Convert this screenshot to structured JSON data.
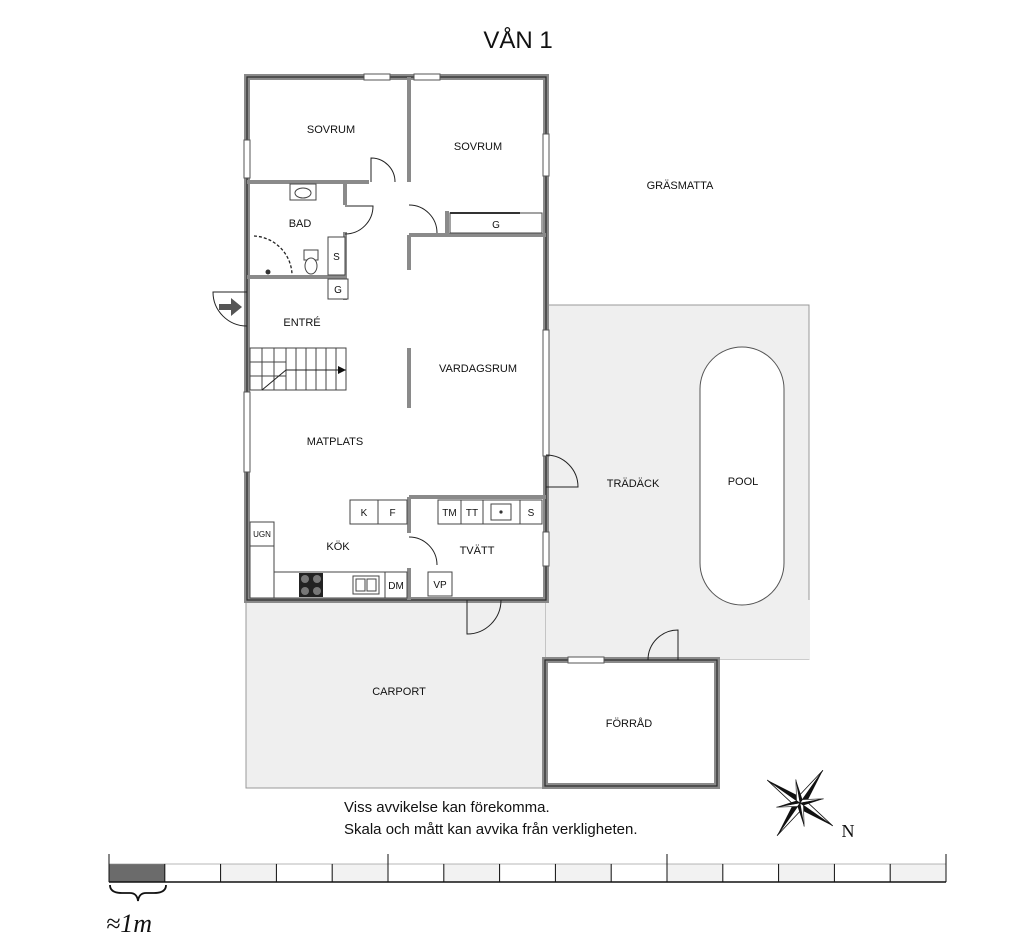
{
  "title": "VÅN 1",
  "rooms": {
    "sovrum_1": "SOVRUM",
    "sovrum_2": "SOVRUM",
    "bad": "BAD",
    "entre": "ENTRÉ",
    "vardagsrum": "VARDAGSRUM",
    "matplats": "MATPLATS",
    "kok": "KÖK",
    "tvatt": "TVÄTT",
    "tradack": "TRÄDÄCK",
    "pool": "POOL",
    "gasmatta": "GRÄSMATTA",
    "carport": "CARPORT",
    "forrad": "FÖRRÅD"
  },
  "fixtures": {
    "g_bedroom": "G",
    "g_entre": "G",
    "s_bad": "S",
    "k": "K",
    "f": "F",
    "tm": "TM",
    "tt": "TT",
    "s_tvatt": "S",
    "dm": "DM",
    "vp": "VP",
    "ugn": "UGN"
  },
  "disclaimer": {
    "line1": "Viss avvikelse kan förekomma.",
    "line2": "Skala och mått kan avvika från verkligheten."
  },
  "compass": {
    "north_label": "N"
  },
  "scale": {
    "label": "≈1m",
    "segments": 15
  },
  "colors": {
    "wall": "#8a8a8a",
    "outdoor": "#efefef",
    "scale_dark": "#6b6b6b"
  }
}
